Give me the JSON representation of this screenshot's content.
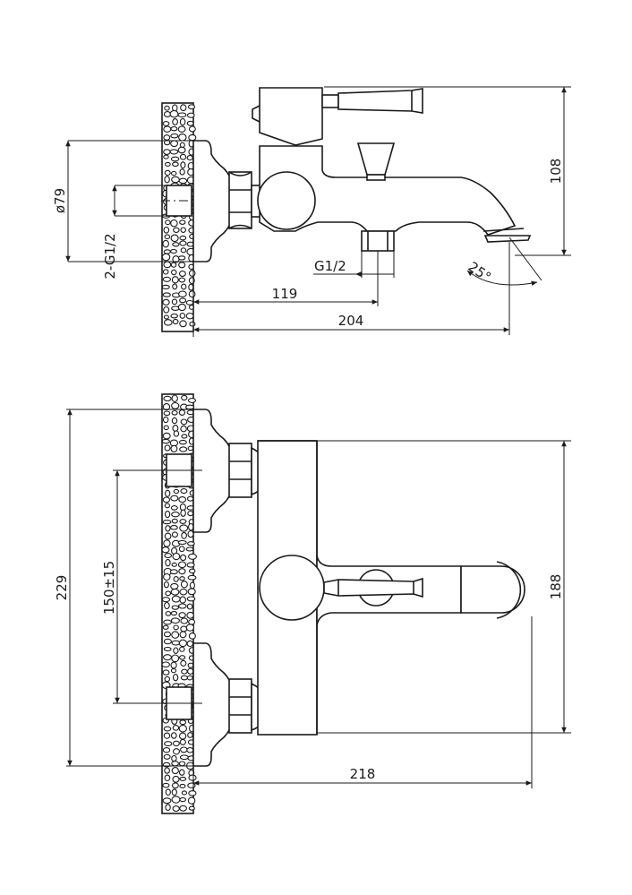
{
  "side_view": {
    "labels": {
      "diameter": "ø79",
      "inlet_thread": "2-G1/2",
      "outlet_thread": "G1/2",
      "depth_outlet": "119",
      "depth_total": "204",
      "height_top": "108",
      "spout_angle": "25°"
    }
  },
  "top_view": {
    "labels": {
      "total_width": "229",
      "centers": "150±15",
      "body_width": "188",
      "projection": "218"
    }
  }
}
